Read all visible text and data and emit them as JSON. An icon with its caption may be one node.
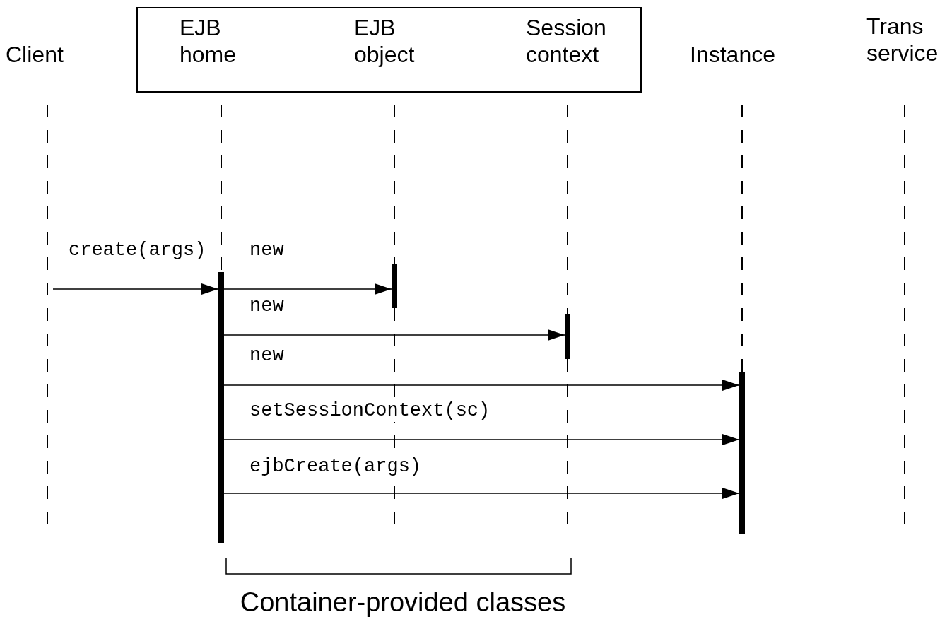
{
  "diagram": {
    "nodes": [
      {
        "text": [],
        "shape": "box"
      },
      {
        "text": [
          "Client"
        ]
      },
      {
        "text": [
          "EJB home"
        ],
        "in": 0
      },
      {
        "text": [
          "EJB object"
        ],
        "in": 0
      },
      {
        "text": [
          "Session context"
        ],
        "in": 0
      },
      {
        "text": [
          "Instance"
        ]
      },
      {
        "text": [
          "Trans service"
        ]
      },
      {
        "text": [],
        "shape": "bar"
      },
      {
        "text": [],
        "shape": "bar"
      },
      {
        "text": [],
        "shape": "bar"
      },
      {
        "text": [],
        "shape": "bar"
      }
    ],
    "edges": [
      {
        "from": null,
        "to": 7,
        "arrow": "to",
        "label": "create(args)"
      },
      {
        "from": 7,
        "to": 8,
        "arrow": "to",
        "label": "new"
      },
      {
        "from": 7,
        "to": 9,
        "arrow": "to",
        "label": "new"
      },
      {
        "from": 7,
        "to": 10,
        "arrow": "to",
        "label": "new"
      },
      {
        "from": 7,
        "to": 10,
        "arrow": "to",
        "label": "setSessionContext(sc)"
      },
      {
        "from": 7,
        "to": 10,
        "arrow": "to",
        "label": "ejbCreate(args)"
      }
    ],
    "labels": [
      "Container-provided classes"
    ]
  }
}
